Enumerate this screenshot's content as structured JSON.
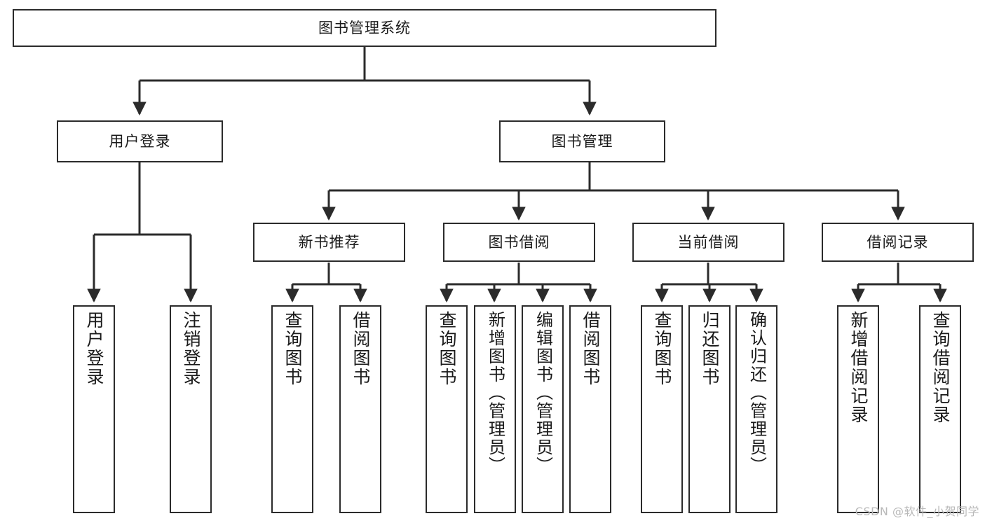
{
  "diagram": {
    "type": "tree-hierarchy-chart",
    "title": "图书管理系统",
    "watermark": "CSDN @软件_小贺同学",
    "colors": {
      "stroke": "#2b2b2b",
      "fill": "#ffffff",
      "text": "#1a1a1a",
      "watermark": "#b9b9b9"
    },
    "root": {
      "label": "图书管理系统"
    },
    "level2": [
      {
        "label": "用户登录"
      },
      {
        "label": "图书管理"
      }
    ],
    "level3": [
      {
        "label": "新书推荐"
      },
      {
        "label": "图书借阅"
      },
      {
        "label": "当前借阅"
      },
      {
        "label": "借阅记录"
      }
    ],
    "leaves": {
      "user_login": [
        {
          "label": "用户登录"
        },
        {
          "label": "注销登录"
        }
      ],
      "new_book_recommend": [
        {
          "label": "查询图书"
        },
        {
          "label": "借阅图书"
        }
      ],
      "book_borrow": [
        {
          "label": "查询图书"
        },
        {
          "label": "新增图书（管理员）"
        },
        {
          "label": "编辑图书（管理员）"
        },
        {
          "label": "借阅图书"
        }
      ],
      "current_borrow": [
        {
          "label": "查询图书"
        },
        {
          "label": "归还图书"
        },
        {
          "label": "确认归还（管理员）"
        }
      ],
      "borrow_records": [
        {
          "label": "新增借阅记录"
        },
        {
          "label": "查询借阅记录"
        }
      ]
    }
  }
}
